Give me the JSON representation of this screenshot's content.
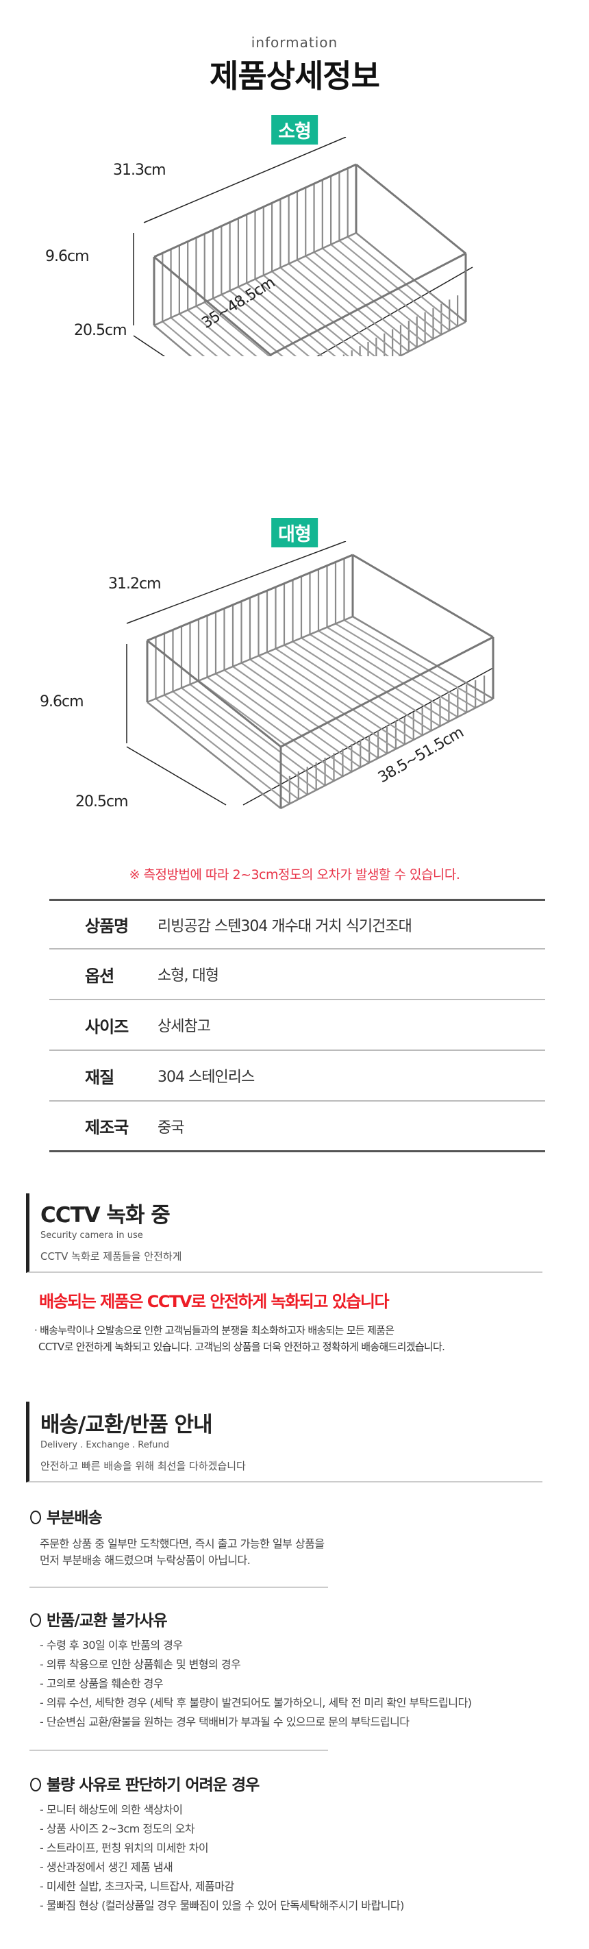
{
  "header": {
    "eyebrow": "information",
    "title": "제품상세정보"
  },
  "products": [
    {
      "label": "소형",
      "width": "31.3cm",
      "height": "9.6cm",
      "depth": "20.5cm",
      "length": "35~48.5cm"
    },
    {
      "label": "대형",
      "width": "31.2cm",
      "height": "9.6cm",
      "depth": "20.5cm",
      "length": "38.5~51.5cm"
    }
  ],
  "note": "※ 측정방법에 따라 2~3cm정도의 오차가 발생할 수 있습니다.",
  "spec_table": [
    {
      "key": "상품명",
      "value": "리빙공감 스텐304 개수대 거치 식기건조대"
    },
    {
      "key": "옵션",
      "value": "소형, 대형"
    },
    {
      "key": "사이즈",
      "value": "상세참고"
    },
    {
      "key": "재질",
      "value": "304 스테인리스"
    },
    {
      "key": "제조국",
      "value": "중국"
    }
  ],
  "cctv": {
    "title": "CCTV 녹화 중",
    "subtitle": "Security camera in use",
    "desc": "CCTV 녹화로 제품들을 안전하게",
    "headline": "배송되는 제품은 CCTV로 안전하게 녹화되고 있습니다",
    "body_line1": "· 배송누락이나 오발송으로 인한 고객님들과의 분쟁을 최소화하고자 배송되는 모든 제품은",
    "body_line2": "CCTV로 안전하게 녹화되고 있습니다. 고객님의 상품을 더욱 안전하고 정확하게 배송해드리겠습니다."
  },
  "delivery": {
    "title": "배송/교환/반품 안내",
    "subtitle": "Delivery . Exchange . Refund",
    "desc": "안전하고 빠른 배송을 위해 최선을 다하겠습니다"
  },
  "partial": {
    "title": "부분배송",
    "line1": "주문한 상품 중 일부만 도착했다면, 즉시 출고 가능한 일부 상품을",
    "line2": "먼저 부분배송 해드렸으며 누락상품이 아닙니다."
  },
  "no_return": {
    "title": "반품/교환 불가사유",
    "items": [
      "- 수령 후 30일 이후 반품의 경우",
      "- 의류 착용으로 인한 상품훼손 및 변형의 경우",
      "- 고의로 상품을 훼손한 경우",
      "- 의류 수선, 세탁한 경우 (세탁 후 불량이 발견되어도 불가하오니, 세탁 전 미리 확인 부탁드립니다)",
      "- 단순변심 교환/환불을 원하는 경우 택배비가 부과될 수 있으므로 문의 부탁드립니다"
    ]
  },
  "not_defect": {
    "title": "불량 사유로 판단하기 어려운 경우",
    "items": [
      "- 모니터 해상도에 의한 색상차이",
      "- 상품 사이즈 2~3cm 정도의 오차",
      "- 스트라이프, 펀칭 위치의 미세한 차이",
      "- 생산과정에서 생긴 제품 냄새",
      "- 미세한 실밥, 초크자국, 니트잡사, 제품마감",
      "- 물빠짐 현상 (컬러상품일 경우 물빠짐이 있을 수 있어 단독세탁해주시기 바랍니다)"
    ]
  },
  "colors": {
    "accent": "#13b692",
    "red": "#ee1c25",
    "note": "#e8364a"
  }
}
